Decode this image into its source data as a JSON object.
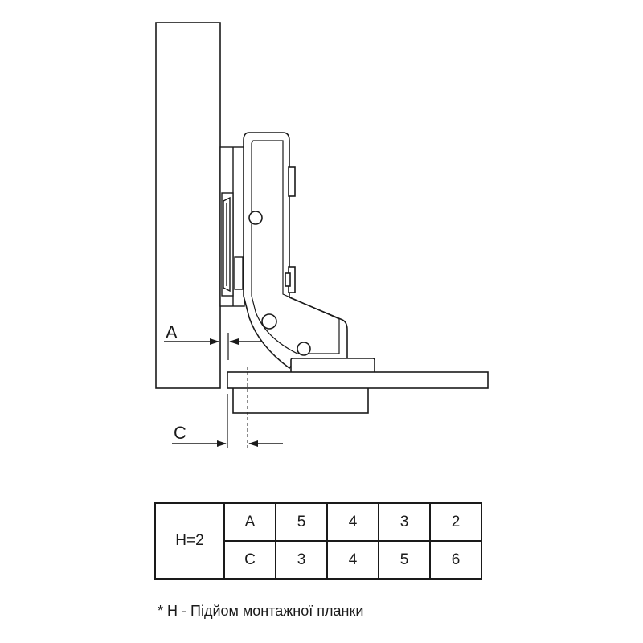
{
  "dimension_labels": {
    "a": "A",
    "c": "C"
  },
  "table": {
    "h_label": "H=2",
    "rows": [
      {
        "label": "A",
        "values": [
          "5",
          "4",
          "3",
          "2"
        ]
      },
      {
        "label": "C",
        "values": [
          "3",
          "4",
          "5",
          "6"
        ]
      }
    ]
  },
  "footnote": "* H - Підйом монтажної планки"
}
